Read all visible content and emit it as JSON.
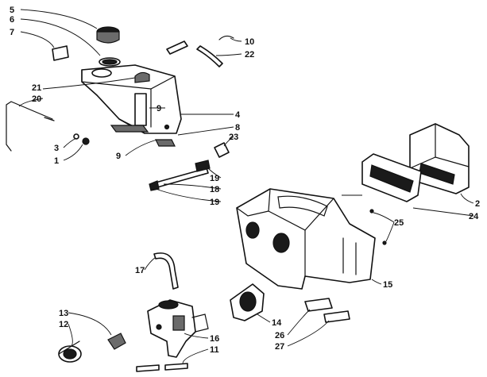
{
  "callouts": [
    {
      "id": "c5",
      "text": "5"
    },
    {
      "id": "c6",
      "text": "6"
    },
    {
      "id": "c7",
      "text": "7"
    },
    {
      "id": "c10",
      "text": "10"
    },
    {
      "id": "c22",
      "text": "22"
    },
    {
      "id": "c21",
      "text": "21"
    },
    {
      "id": "c20",
      "text": "20"
    },
    {
      "id": "c9a",
      "text": "9"
    },
    {
      "id": "c4",
      "text": "4"
    },
    {
      "id": "c8",
      "text": "8"
    },
    {
      "id": "c23",
      "text": "23"
    },
    {
      "id": "c3",
      "text": "3"
    },
    {
      "id": "c1",
      "text": "1"
    },
    {
      "id": "c9b",
      "text": "9"
    },
    {
      "id": "c19a",
      "text": "19"
    },
    {
      "id": "c18",
      "text": "18"
    },
    {
      "id": "c19b",
      "text": "19"
    },
    {
      "id": "c2",
      "text": "2"
    },
    {
      "id": "c24",
      "text": "24"
    },
    {
      "id": "c25",
      "text": "25"
    },
    {
      "id": "c15",
      "text": "15"
    },
    {
      "id": "c17",
      "text": "17"
    },
    {
      "id": "c13",
      "text": "13"
    },
    {
      "id": "c12",
      "text": "12"
    },
    {
      "id": "c14",
      "text": "14"
    },
    {
      "id": "c16",
      "text": "16"
    },
    {
      "id": "c26",
      "text": "26"
    },
    {
      "id": "c27",
      "text": "27"
    },
    {
      "id": "c11",
      "text": "11"
    }
  ]
}
